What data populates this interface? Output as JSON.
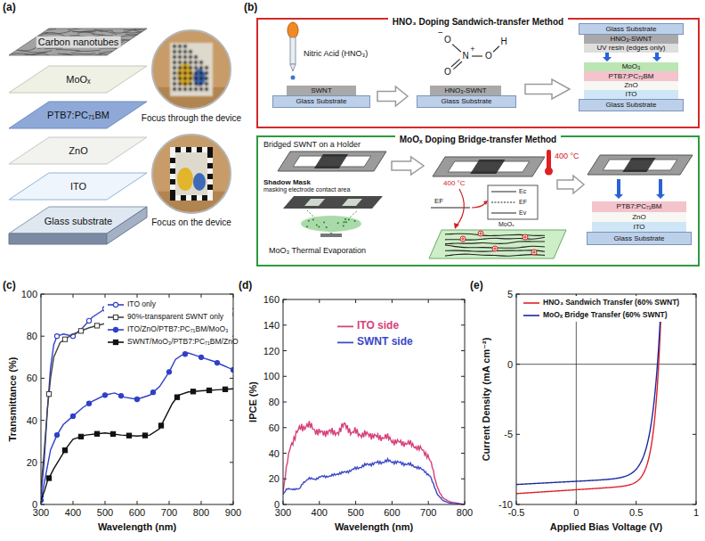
{
  "diagram": {
    "nodes": [
      {
        "text": [
          "HNO₃ Doping Sandwich-transfer Method"
        ]
      },
      {
        "text": [
          "SWNT"
        ],
        "in": 0
      },
      {
        "text": [
          "Glass Substrate"
        ],
        "in": 0
      },
      {
        "text": [
          "HNO₃-SWNT"
        ],
        "in": 0
      },
      {
        "text": [
          "Glass Substrate"
        ],
        "in": 0
      },
      {
        "text": [
          "Glass Substrate"
        ],
        "in": 0
      },
      {
        "text": [
          "HNO₃-SWNT"
        ],
        "in": 0
      },
      {
        "text": [
          "UV resin (edges only)"
        ],
        "in": 0
      },
      {
        "text": [
          "MoO₃"
        ],
        "in": 0
      },
      {
        "text": [
          "PTB7:PC₇₁BM"
        ],
        "in": 0
      },
      {
        "text": [
          "ZnO"
        ],
        "in": 0
      },
      {
        "text": [
          "ITO"
        ],
        "in": 0
      },
      {
        "text": [
          "Glass Substrate"
        ],
        "in": 0
      },
      {
        "text": [
          "MoOₓ Doping Bridge-transfer Method"
        ]
      },
      {
        "text": [
          "PTB7:PC₇₁BM"
        ],
        "in": 13
      },
      {
        "text": [
          "ZnO"
        ],
        "in": 13
      },
      {
        "text": [
          "ITO"
        ],
        "in": 13
      },
      {
        "text": [
          "Glass Substrate"
        ],
        "in": 13
      }
    ],
    "labels": [
      "(a)",
      "Carbon nanotubes",
      "MoOₓ",
      "PTB7:PC₇₁BM",
      "ZnO",
      "ITO",
      "Glass substrate",
      "Focus through the device",
      "Focus on the device",
      "(b)",
      "Nitric Acid (HNO₃)",
      "O",
      "−",
      "N",
      "+",
      "O",
      "O",
      "H",
      "Bridged SWNT on a Holder",
      "Shadow Mask",
      "masking electrode contact area",
      "MoO₃ Thermal Evaporation",
      "400 °C",
      "400 °C",
      "EF",
      "Ec",
      "EF",
      "Ev",
      "MoOₓ",
      "(c)",
      "Transmittance (%)",
      "Wavelength (nm)",
      "0",
      "20",
      "40",
      "60",
      "80",
      "100",
      "300",
      "400",
      "500",
      "600",
      "700",
      "800",
      "900",
      "(d)",
      "IPCE (%)",
      "Wavelength (nm)",
      "0",
      "20",
      "40",
      "60",
      "80",
      "100",
      "120",
      "140",
      "160",
      "300",
      "400",
      "500",
      "600",
      "700",
      "800",
      "(e)",
      "Current Density (mA cm⁻²)",
      "Applied Bias Voltage (V)",
      "-10",
      "-5",
      "0",
      "5",
      "-0.5",
      "0",
      "0.5",
      "1"
    ],
    "legend": [
      {
        "text": "ITO only",
        "color": "#3040c8"
      },
      {
        "text": "90%-transparent SWNT only",
        "color": "#444444"
      },
      {
        "text": "ITO/ZnO/PTB7:PC₇₁BM/MoO₃",
        "color": "#3040c8"
      },
      {
        "text": "SWNT/MoO₃/PTB7:PC₇₁BM/ZnO",
        "color": "#111111"
      },
      {
        "text": "ITO side",
        "color": "#d6407a"
      },
      {
        "text": "SWNT side",
        "color": "#3a48c8"
      },
      {
        "text": "HNO₃ Sandwich Transfer (60% SWNT)",
        "color": "#e0202a"
      },
      {
        "text": "MoOₓ Bridge Transfer (60% SWNT)",
        "color": "#1c2a9c"
      }
    ]
  }
}
